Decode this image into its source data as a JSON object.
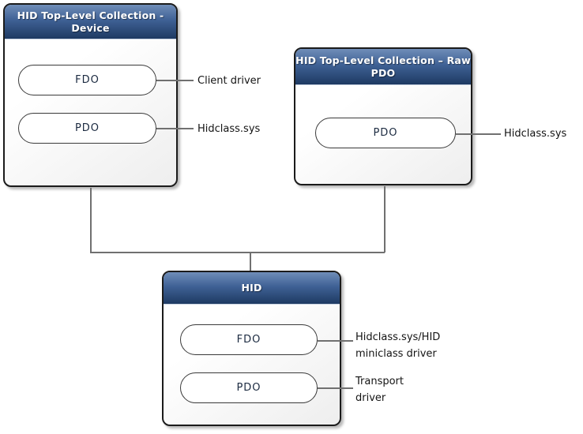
{
  "colors": {
    "header_gradient_top": "#6f8db8",
    "header_gradient_bottom": "#1e3a62",
    "box_border": "#1b1b1b",
    "box_body_top": "#ffffff",
    "box_body_bottom": "#eeeeee",
    "connector": "#707070",
    "pill_text": "#1b2a40",
    "label_text": "#141414",
    "header_text": "#ffffff"
  },
  "boxes": {
    "device": {
      "title": "HID Top-Level Collection - Device",
      "title_lines": [
        "HID Top-Level Collection -",
        "Device"
      ],
      "pills": [
        "FDO",
        "PDO"
      ]
    },
    "raw_pdo": {
      "title": "HID Top-Level Collection – Raw PDO",
      "title_lines": [
        "HID Top-Level Collection – Raw",
        "PDO"
      ],
      "pills": [
        "PDO"
      ]
    },
    "hid": {
      "title": "HID",
      "title_lines": [
        "HID"
      ],
      "pills": [
        "FDO",
        "PDO"
      ]
    }
  },
  "annotations": {
    "device_fdo": {
      "text": "Client driver",
      "lines": [
        "Client driver"
      ]
    },
    "device_pdo": {
      "text": "Hidclass.sys",
      "lines": [
        "Hidclass.sys"
      ]
    },
    "raw_pdo_pdo": {
      "text": "Hidclass.sys",
      "lines": [
        "Hidclass.sys"
      ]
    },
    "hid_fdo": {
      "text": "Hidclass.sys/HID miniclass driver",
      "lines": [
        "Hidclass.sys/HID",
        "miniclass driver"
      ]
    },
    "hid_pdo": {
      "text": "Transport driver",
      "lines": [
        "Transport",
        "driver"
      ]
    }
  }
}
